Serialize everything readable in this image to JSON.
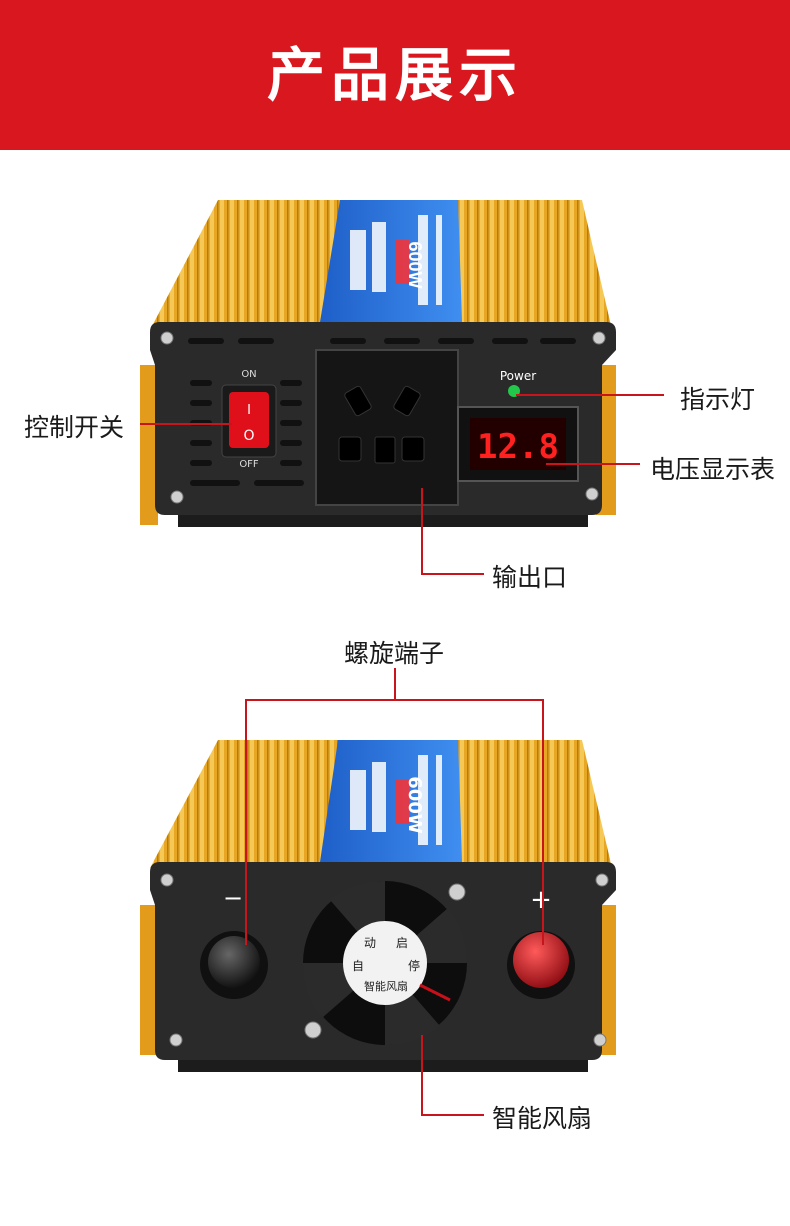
{
  "banner": {
    "title": "产品展示"
  },
  "front": {
    "switch_on": "ON",
    "switch_off": "OFF",
    "switch_i": "I",
    "switch_o": "O",
    "power_label": "Power",
    "display_value": "12.8",
    "model": "600W"
  },
  "back": {
    "minus": "−",
    "plus": "+",
    "fan_line1_left": "动",
    "fan_line1_right": "启",
    "fan_line2_left": "自",
    "fan_line2_right": "停",
    "fan_line3": "智能风扇",
    "model": "600W"
  },
  "callouts": {
    "switch": "控制开关",
    "indicator": "指示灯",
    "voltmeter": "电压显示表",
    "outlet": "输出口",
    "terminals": "螺旋端子",
    "fan": "智能风扇"
  },
  "colors": {
    "banner": "#d9171e",
    "gold": "#e5a51f",
    "panel": "#2a2a2a",
    "leader_line": "#c8151c",
    "display_digits": "#ff2020",
    "power_led": "#22c84a",
    "terminal_red": "#c8101a"
  }
}
